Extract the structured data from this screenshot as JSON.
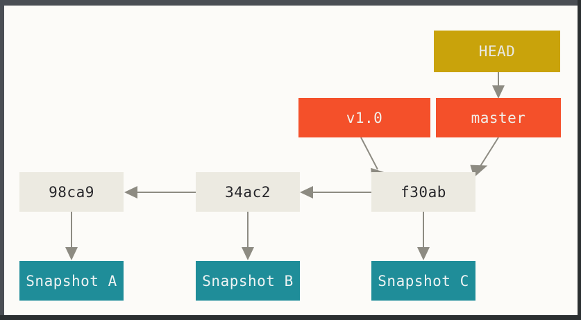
{
  "diagram": {
    "title": "git-branching-head-master",
    "canvas": {
      "background": "#fcfbf8",
      "frame_color": "#4a4e54",
      "frame_shadow_color": "#2b2f31"
    },
    "colors": {
      "head": "#c9a30b",
      "ref": "#f4502a",
      "commit": "#eceae1",
      "snapshot": "#1f8d99",
      "arrow": "#8d8b82",
      "commit_text": "#26262a",
      "light_text": "#eef3f3"
    },
    "nodes": {
      "head": {
        "label": "HEAD",
        "kind": "pointer"
      },
      "tag_v10": {
        "label": "v1.0",
        "kind": "tag"
      },
      "branch_master": {
        "label": "master",
        "kind": "branch"
      },
      "commit_98ca9": {
        "label": "98ca9",
        "kind": "commit"
      },
      "commit_34ac2": {
        "label": "34ac2",
        "kind": "commit"
      },
      "commit_f30ab": {
        "label": "f30ab",
        "kind": "commit"
      },
      "snapshot_a": {
        "label": "Snapshot A",
        "kind": "snapshot"
      },
      "snapshot_b": {
        "label": "Snapshot B",
        "kind": "snapshot"
      },
      "snapshot_c": {
        "label": "Snapshot C",
        "kind": "snapshot"
      }
    },
    "edges": [
      {
        "from": "head",
        "to": "branch_master",
        "style": "vertical"
      },
      {
        "from": "tag_v10",
        "to": "commit_f30ab",
        "style": "diagonal"
      },
      {
        "from": "branch_master",
        "to": "commit_f30ab",
        "style": "diagonal"
      },
      {
        "from": "commit_f30ab",
        "to": "commit_34ac2",
        "style": "horizontal-left"
      },
      {
        "from": "commit_34ac2",
        "to": "commit_98ca9",
        "style": "horizontal-left"
      },
      {
        "from": "commit_98ca9",
        "to": "snapshot_a",
        "style": "vertical"
      },
      {
        "from": "commit_34ac2",
        "to": "snapshot_b",
        "style": "vertical"
      },
      {
        "from": "commit_f30ab",
        "to": "snapshot_c",
        "style": "vertical"
      }
    ]
  }
}
